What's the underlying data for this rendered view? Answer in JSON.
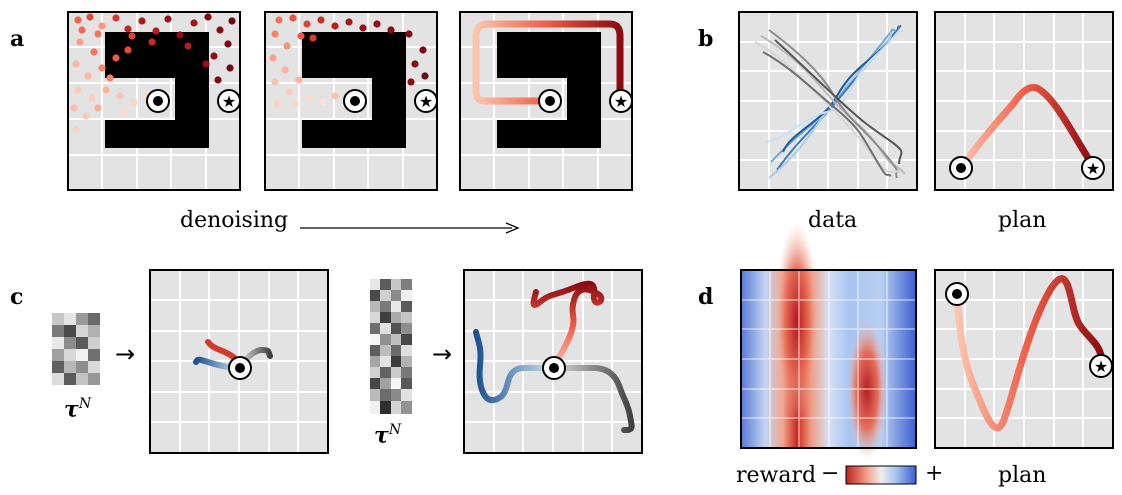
{
  "figure": {
    "panels": {
      "a": {
        "label": "a",
        "caption": "denoising"
      },
      "b": {
        "label": "b",
        "caption_left": "data",
        "caption_right": "plan"
      },
      "c": {
        "label": "c",
        "noise_symbol": "τ",
        "noise_superscript": "N",
        "arrow": "→"
      },
      "d": {
        "label": "d",
        "colorbar_label": "reward",
        "minus": "−",
        "plus": "+",
        "caption_right": "plan"
      }
    },
    "icons": [
      "start-marker-icon",
      "goal-star-icon",
      "arrow-right-icon"
    ],
    "colors": {
      "background_gray": "#e3e3e3",
      "grid_white": "#ffffff",
      "wall_black": "#000000",
      "dark_red": "#8b0a12",
      "light_salmon": "#fbb69d",
      "blue_dark": "#1b4f8f",
      "blue_light": "#bcdcf2"
    }
  }
}
